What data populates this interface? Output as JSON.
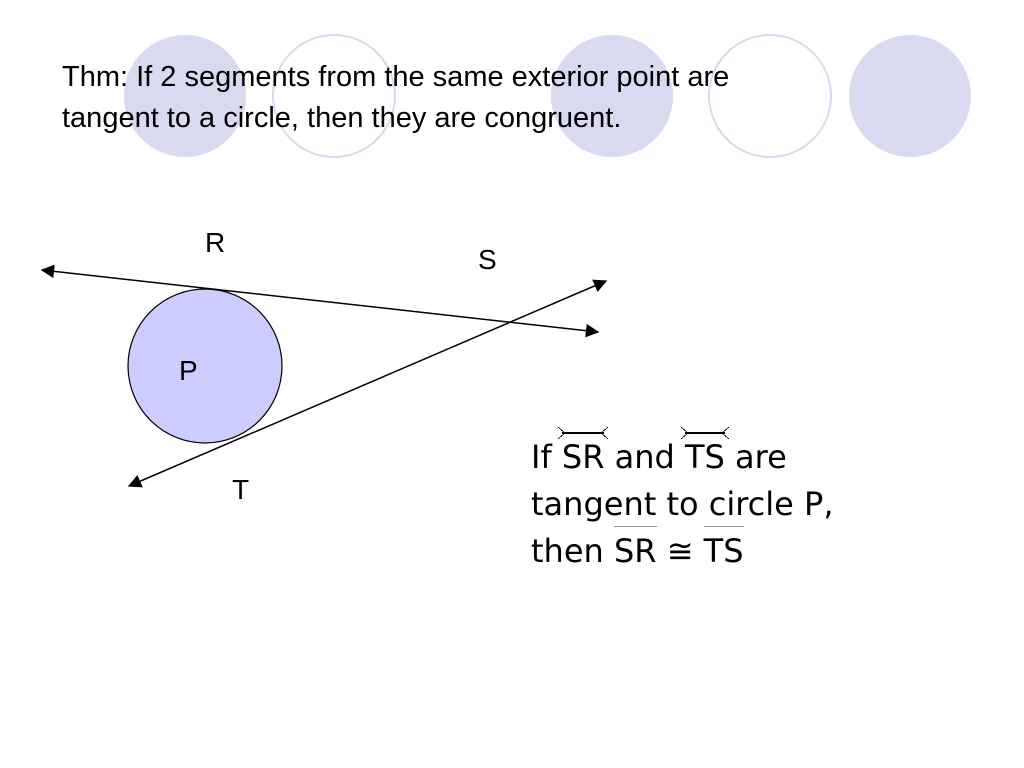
{
  "slide": {
    "title_line1": "Thm:  If 2 segments from the same exterior point are",
    "title_line2": "tangent to a circle, then they are congruent."
  },
  "diagram": {
    "label_r": "R",
    "label_s": "S",
    "label_p": "P",
    "label_t": "T",
    "circle_fill": "#ccccff"
  },
  "statement": {
    "if_word": "If",
    "seg1": "SR",
    "and_word": "and",
    "seg2": "TS",
    "are_word": "are",
    "line2": "tangent to circle P,",
    "then_word": "then",
    "seg3": "SR",
    "congruent": "≅",
    "seg4": "TS"
  },
  "theme": {
    "decor_circle_color": "#d9d9f0"
  }
}
